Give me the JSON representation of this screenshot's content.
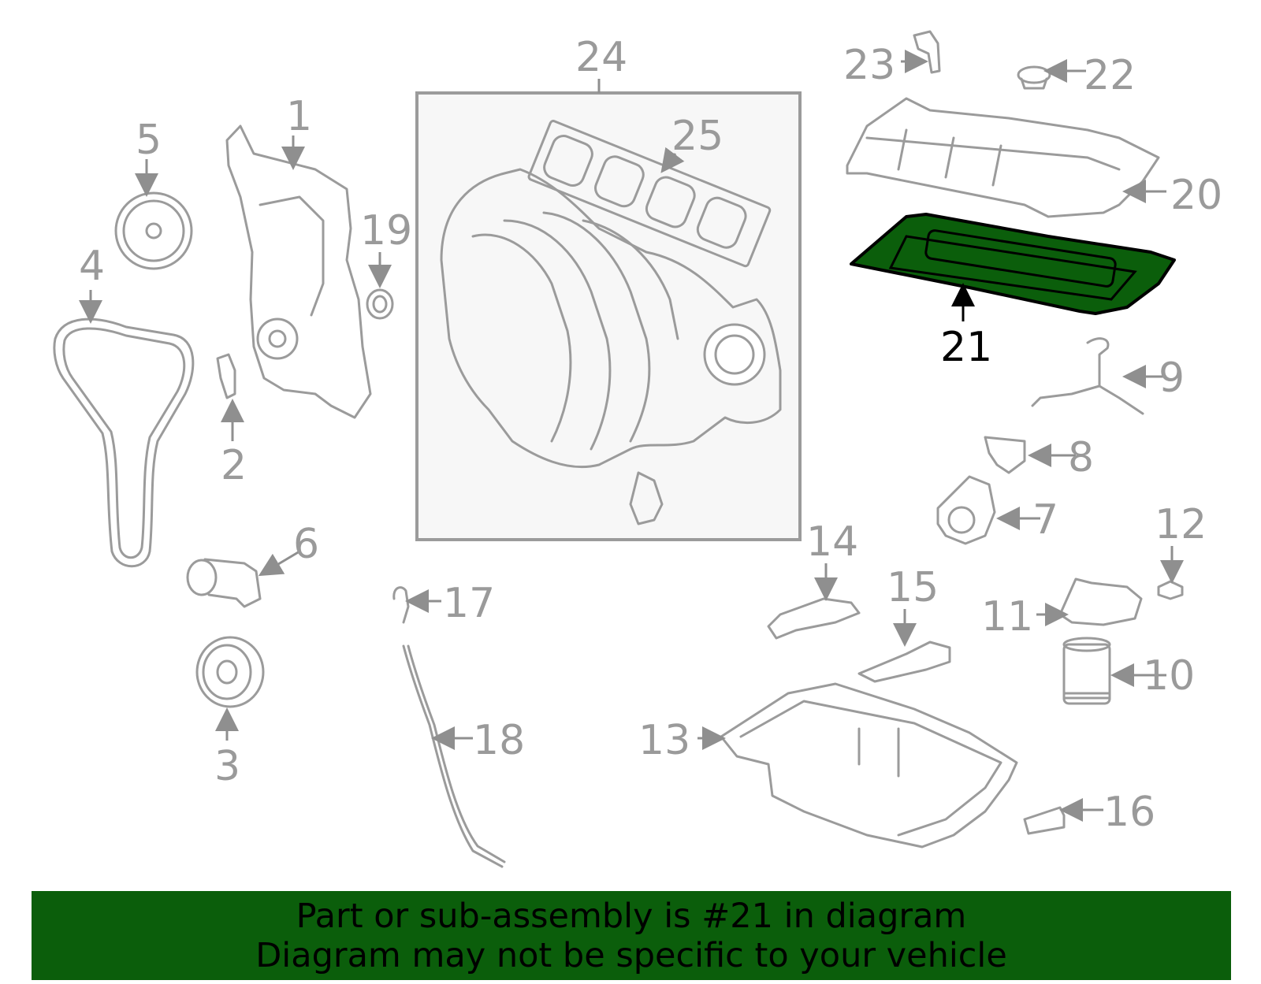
{
  "diagram": {
    "highlight_part": "21",
    "highlight_color": "#0b5e0b",
    "label_color": "#9a9a9a",
    "callouts": [
      "1",
      "2",
      "3",
      "4",
      "5",
      "6",
      "7",
      "8",
      "9",
      "10",
      "11",
      "12",
      "13",
      "14",
      "15",
      "16",
      "17",
      "18",
      "19",
      "20",
      "21",
      "22",
      "23",
      "24",
      "25"
    ]
  },
  "banner": {
    "line1": "Part or sub-assembly is #21 in diagram",
    "line2": "Diagram may not be specific to your vehicle",
    "background": "#0b5e0b"
  }
}
